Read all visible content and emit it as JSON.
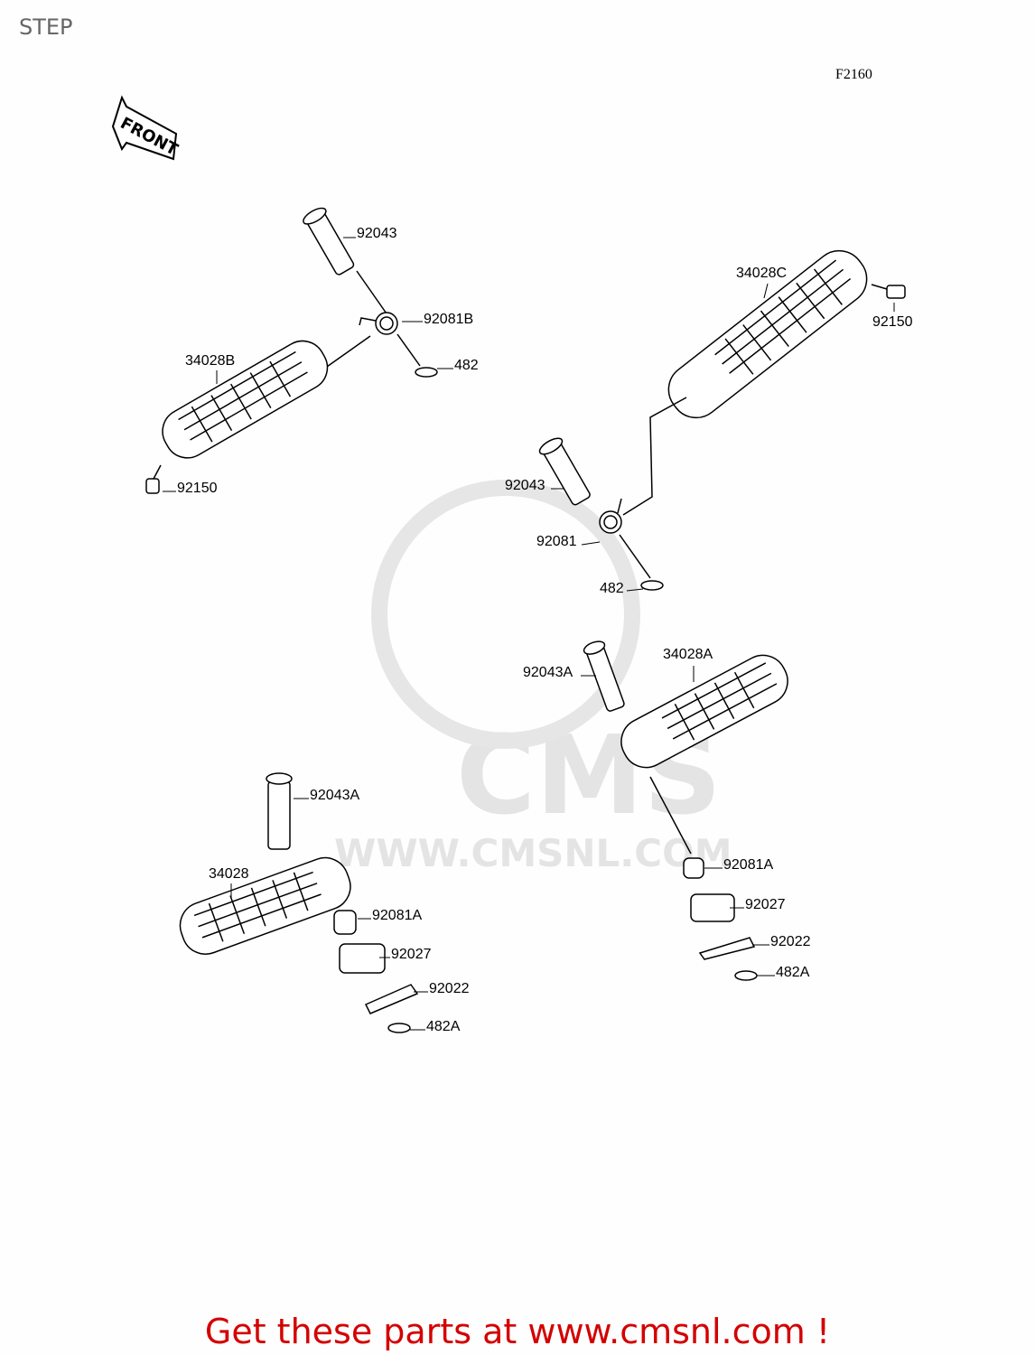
{
  "title": "STEP",
  "diagram_code": "F2160",
  "front_marker": "FRONT",
  "watermark": {
    "logo": "CMS",
    "url": "WWW.CMSNL.COM"
  },
  "labels": [
    "92043",
    "92081B",
    "482",
    "34028B",
    "92150",
    "34028C",
    "92150",
    "92043",
    "92081",
    "482",
    "92043A",
    "34028A",
    "92043A",
    "34028",
    "92081A",
    "92027",
    "92022",
    "482A",
    "92081A",
    "92027",
    "92022",
    "482A"
  ],
  "footer": "Get these parts at www.cmsnl.com !",
  "colors": {
    "footer": "#d40000",
    "title": "#666666",
    "watermark": "#e4e4e4"
  }
}
